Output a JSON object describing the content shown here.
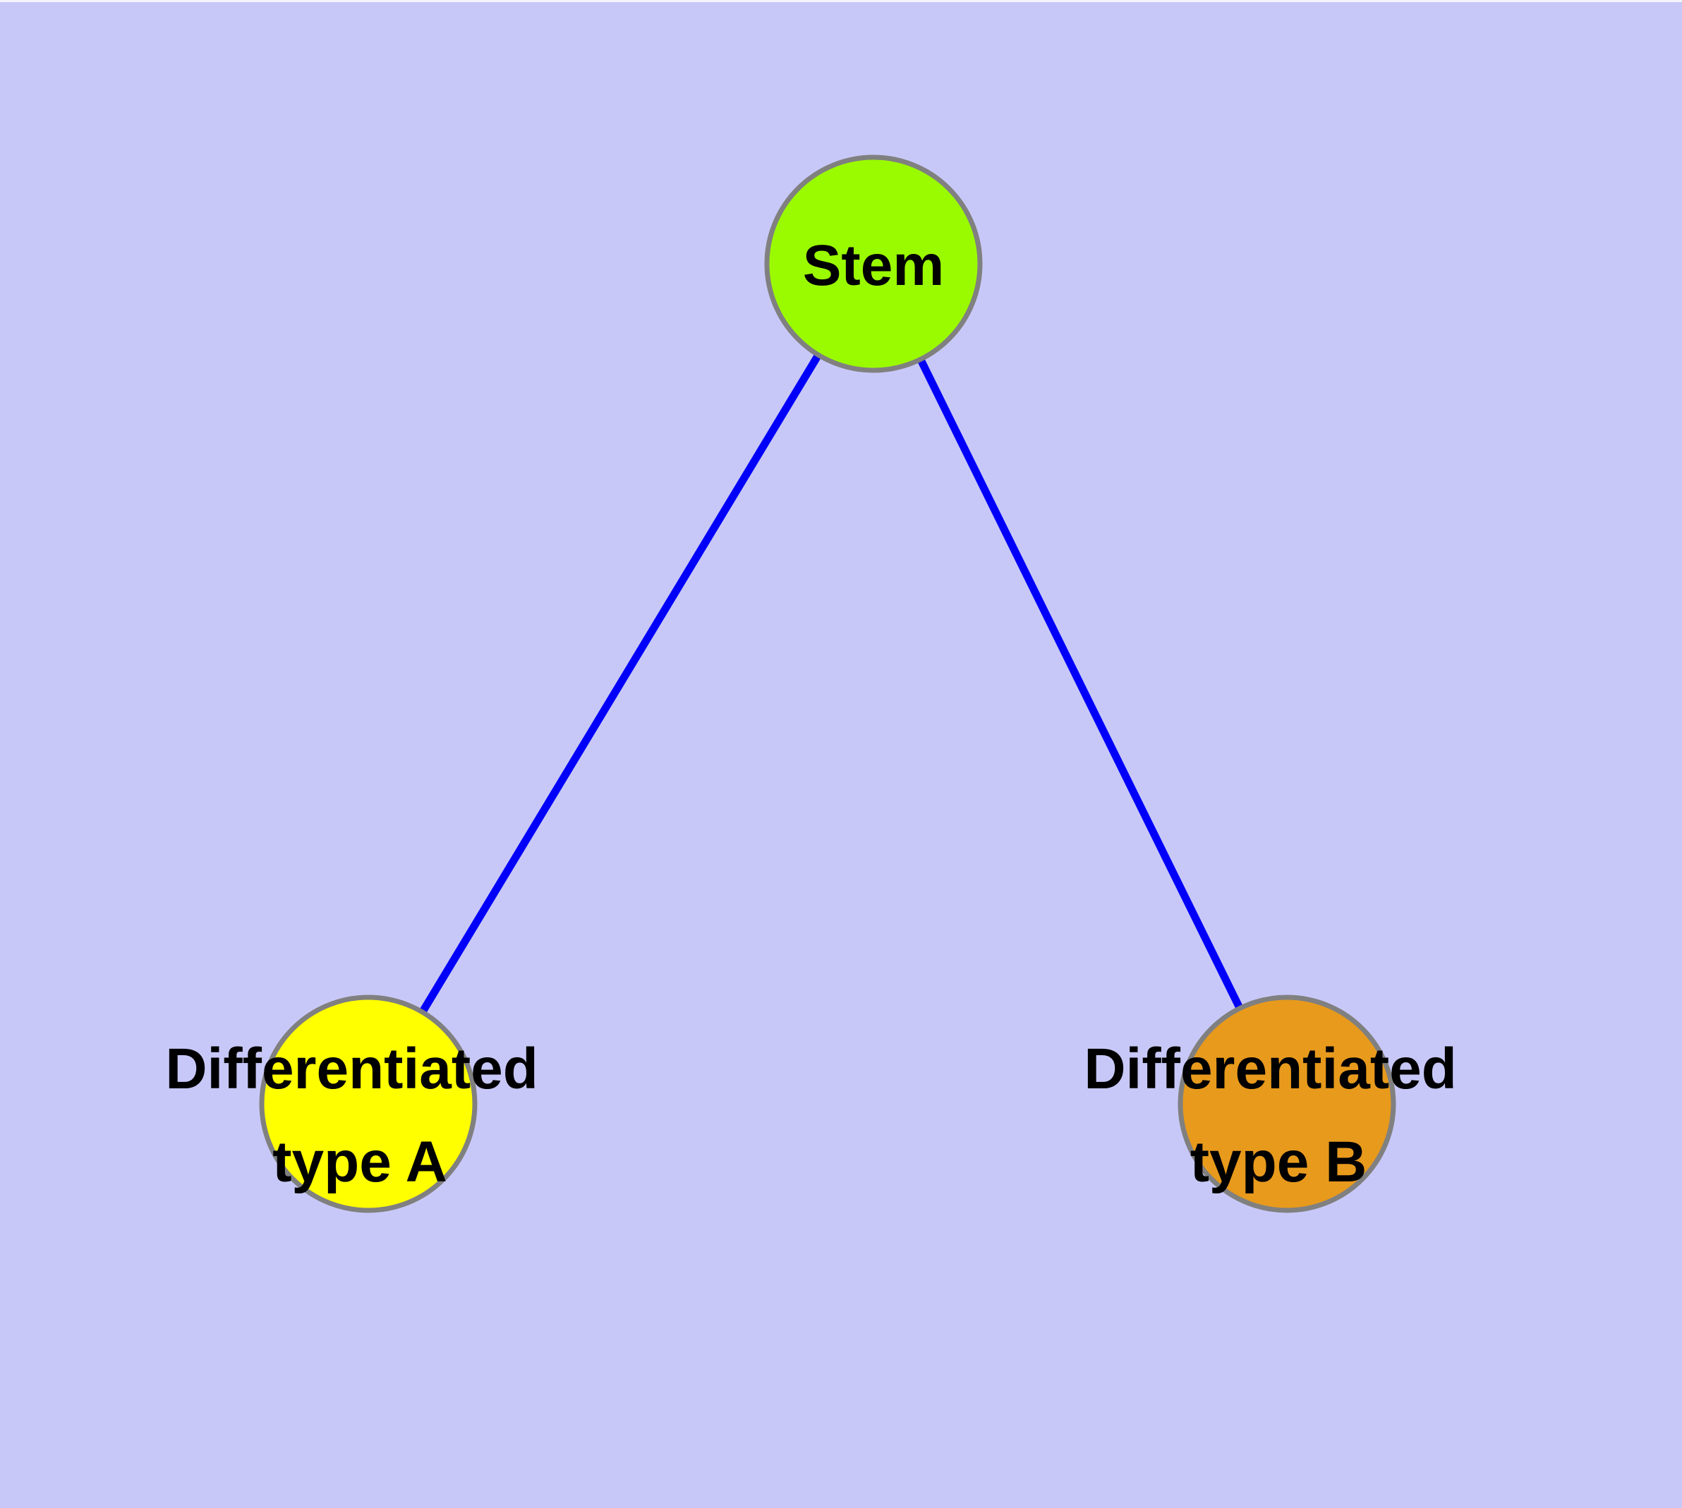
{
  "figure": {
    "type": "graph-diagram",
    "background_color": "#C8C8F8",
    "top_edge_color": "#FFFFFF",
    "node_border_color": "#808080",
    "label_color": "#000000"
  },
  "nodes": [
    {
      "label": "Stem",
      "fill": "#9AFB00"
    },
    {
      "label_line1": "Differentiated",
      "label_line2": "type A",
      "fill": "#FFFF00"
    },
    {
      "label_line1": "Differentiated",
      "label_line2": "type B",
      "fill": "#E89A1C"
    }
  ],
  "edges": [
    {
      "from": "Stem",
      "to": "Differentiated type A",
      "color": "#0000FA"
    },
    {
      "from": "Stem",
      "to": "Differentiated type B",
      "color": "#0000FA"
    }
  ]
}
